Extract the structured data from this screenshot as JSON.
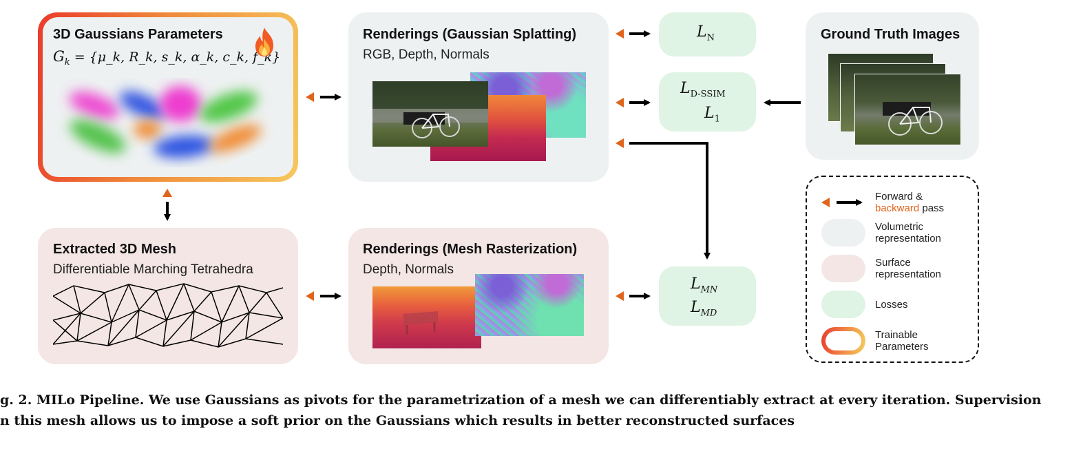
{
  "params_box": {
    "title": "3D Gaussians Parameters",
    "formula_lhs": "G",
    "formula_sub": "k",
    "formula_rhs": " = {μ_k, R_k, s_k, α_k, c_k, f_k}",
    "fire_icon": "fire-icon",
    "gradient_colors": [
      "#ea3b2b",
      "#f4a23a",
      "#f6cf5e"
    ]
  },
  "renderings_gs": {
    "title": "Renderings (Gaussian Splatting)",
    "subtitle": "RGB, Depth, Normals"
  },
  "ground_truth": {
    "title": "Ground Truth Images"
  },
  "mesh_box": {
    "title": "Extracted 3D Mesh",
    "subtitle": "Differentiable Marching Tetrahedra"
  },
  "renderings_mesh": {
    "title": "Renderings (Mesh Rasterization)",
    "subtitle": "Depth, Normals"
  },
  "losses": {
    "normal": {
      "symbol": "L",
      "sub": "N"
    },
    "dssim": {
      "symbol": "L",
      "sub": "D-SSIM"
    },
    "l1": {
      "symbol": "L",
      "sub": "1"
    },
    "mesh_normal": {
      "symbol": "L",
      "sub": "MN"
    },
    "mesh_depth": {
      "symbol": "L",
      "sub": "MD"
    }
  },
  "legend": {
    "forward_line1": "Forward &",
    "backward_word": "backward",
    "pass_word": " pass",
    "volumetric_line1": "Volumetric",
    "volumetric_line2": "representation",
    "surface_line1": "Surface",
    "surface_line2": "representation",
    "losses": "Losses",
    "trainable_line1": "Trainable",
    "trainable_line2": "Parameters"
  },
  "colors": {
    "volumetric": "#eef1f2",
    "surface": "#f3e6e4",
    "losses": "#dff4e4",
    "backward": "#e0651c",
    "arrow": "#000000"
  },
  "caption": {
    "line1": "g. 2.  MILo Pipeline. We use Gaussians as pivots for the parametrization of a mesh we can differentiably extract at every iteration. Supervision",
    "line2": "n this mesh allows us to impose a soft prior on the Gaussians which results in better reconstructed surfaces"
  }
}
